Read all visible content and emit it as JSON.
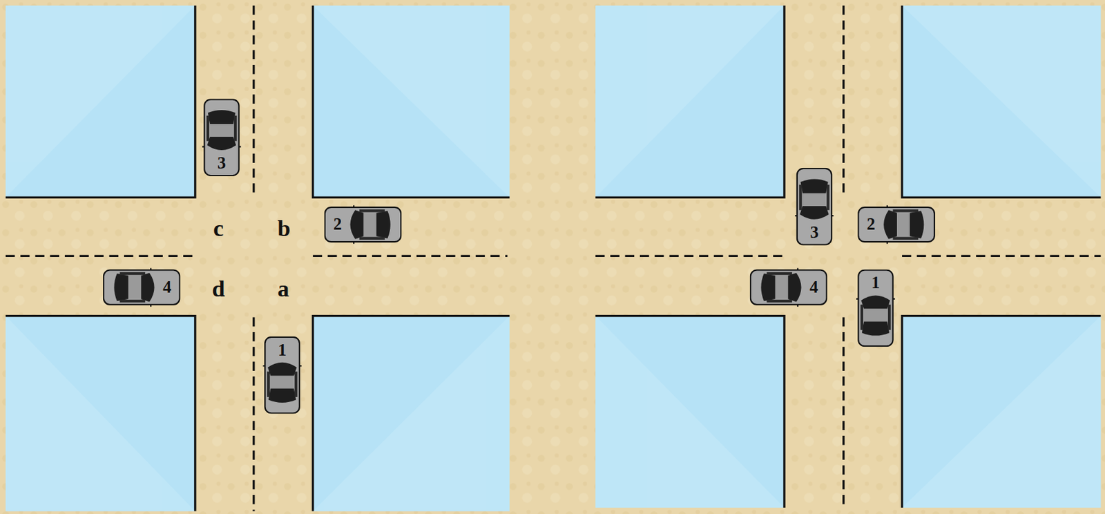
{
  "diagram": {
    "nodes": [
      {
        "text": [
          "3"
        ]
      },
      {
        "text": [
          "2"
        ]
      },
      {
        "text": [
          "4"
        ]
      },
      {
        "text": [
          "1"
        ]
      },
      {
        "text": [
          "3"
        ]
      },
      {
        "text": [
          "2"
        ]
      },
      {
        "text": [
          "4"
        ]
      },
      {
        "text": [
          "1"
        ]
      }
    ],
    "labels": [
      "c",
      "b",
      "d",
      "a"
    ]
  }
}
